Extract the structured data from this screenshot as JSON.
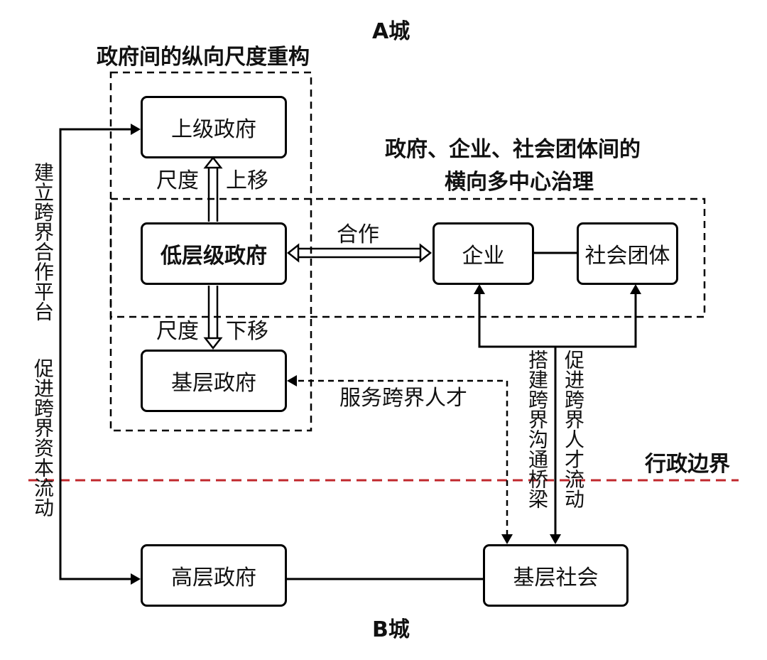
{
  "city_a": "A城",
  "city_b": "B城",
  "vertical_title": "政府间的纵向尺度重构",
  "horizontal_title_line1": "政府、企业、社会团体间的",
  "horizontal_title_line2": "横向多中心治理",
  "boundary_label": "行政边界",
  "boxes": {
    "upper_gov": "上级政府",
    "low_gov": "低层级政府",
    "grassroots_gov": "基层政府",
    "enterprise": "企业",
    "social_groups": "社会团体",
    "high_gov": "高层政府",
    "grassroots_society": "基层社会"
  },
  "labels": {
    "scale_up_left": "尺度",
    "scale_up_right": "上移",
    "scale_down_left": "尺度",
    "scale_down_right": "下移",
    "cooperation": "合作",
    "serve_talent": "服务跨界人才",
    "build_bridge": "搭建跨界沟通桥梁",
    "promote_talent": "促进跨界人才流动",
    "left_platform": "建立跨界合作平台",
    "left_capital": "促进跨界资本流动"
  },
  "colors": {
    "line": "#000000",
    "boundary": "#c0282d",
    "text": "#111111"
  }
}
